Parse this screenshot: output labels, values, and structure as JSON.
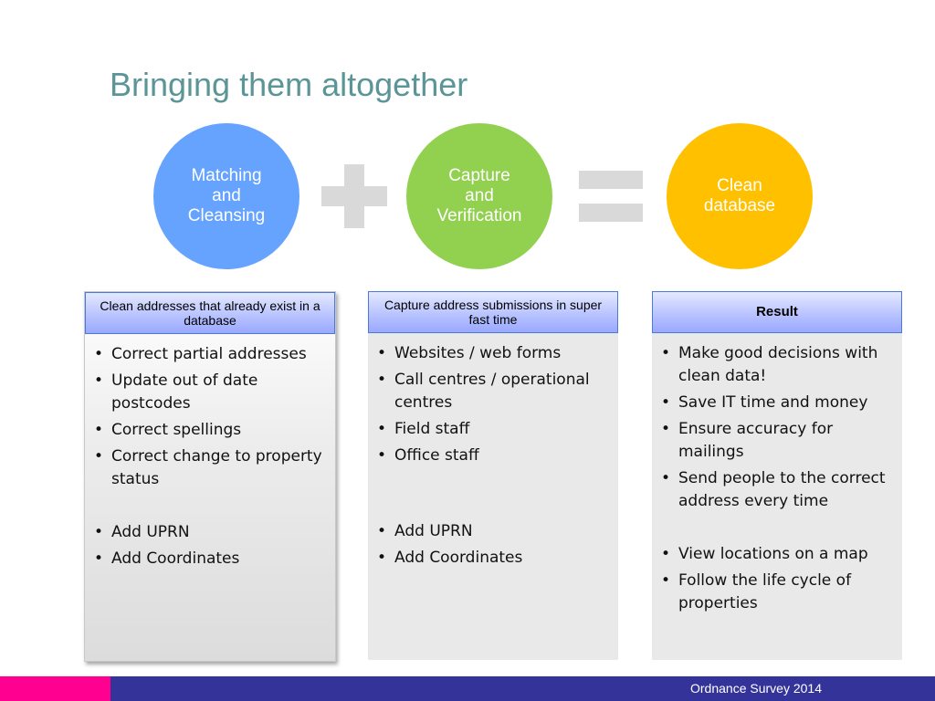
{
  "title": "Bringing them altogether",
  "circles": [
    {
      "label": "Matching\nand\nCleansing",
      "color": "#66a3ff"
    },
    {
      "label": "Capture\nand\nVerification",
      "color": "#92d050"
    },
    {
      "label": "Clean\ndatabase",
      "color": "#ffc000"
    }
  ],
  "panels": [
    {
      "header": "Clean addresses that already exist in a database",
      "items": [
        "Correct partial addresses",
        "Update out of date postcodes",
        "Correct spellings",
        "Correct change to property status",
        "Add UPRN",
        "Add Coordinates"
      ]
    },
    {
      "header": "Capture address submissions in super fast time",
      "items": [
        "Websites / web forms",
        "Call centres / operational centres",
        "Field staff",
        "Office staff",
        "Add UPRN",
        "Add Coordinates"
      ]
    },
    {
      "header": "Result",
      "items": [
        "Make good decisions with clean data!",
        "Save IT time and money",
        "Ensure accuracy for mailings",
        "Send people to the correct address every time",
        "View locations on a map",
        "Follow the life cycle of properties"
      ]
    }
  ],
  "footer": {
    "text": "Ordnance Survey 2014",
    "accent_color": "#ff0090",
    "bar_color": "#34339a"
  }
}
